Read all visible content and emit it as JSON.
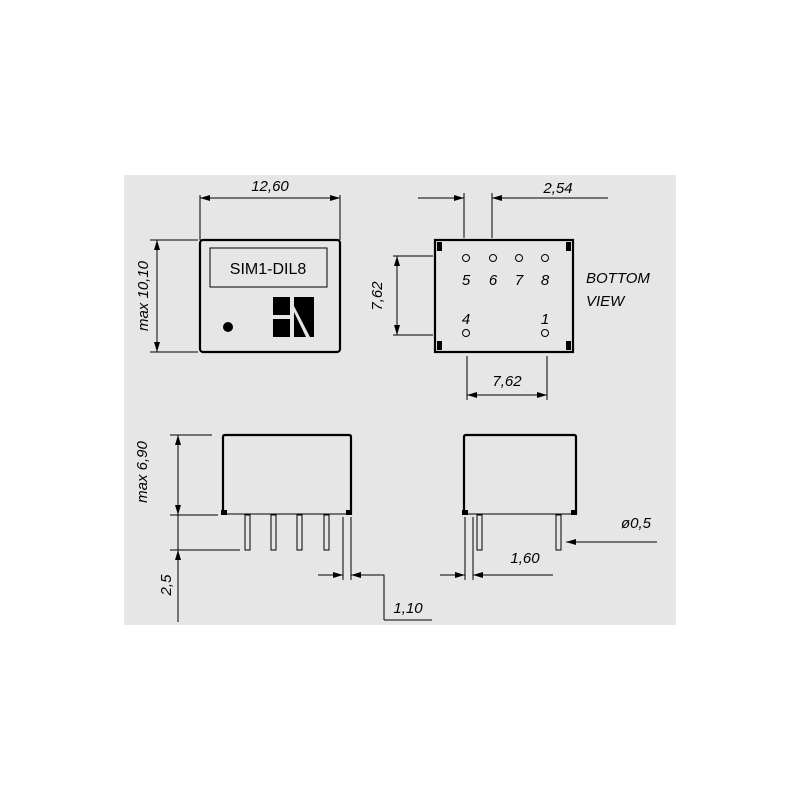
{
  "colors": {
    "panel": "#e6e6e6",
    "ink": "#000000"
  },
  "top_view": {
    "part_label": "SIM1-DIL8",
    "width_dim": "12,60",
    "height_dim": "max 10,10"
  },
  "bottom_view": {
    "pitch_dim": "2,54",
    "row_spacing_dim": "7,62",
    "pin_row_dim": "7,62",
    "title_line1": "BOTTOM",
    "title_line2": "VIEW",
    "pin_labels": [
      "5",
      "6",
      "7",
      "8",
      "4",
      "1"
    ]
  },
  "side_view": {
    "height_dim": "max 6,90",
    "pin_length_dim": "2,5",
    "pin_offset_dim": "1,10"
  },
  "end_view": {
    "pin_offset_dim": "1,60",
    "pin_diameter_dim": "ø0,5"
  }
}
